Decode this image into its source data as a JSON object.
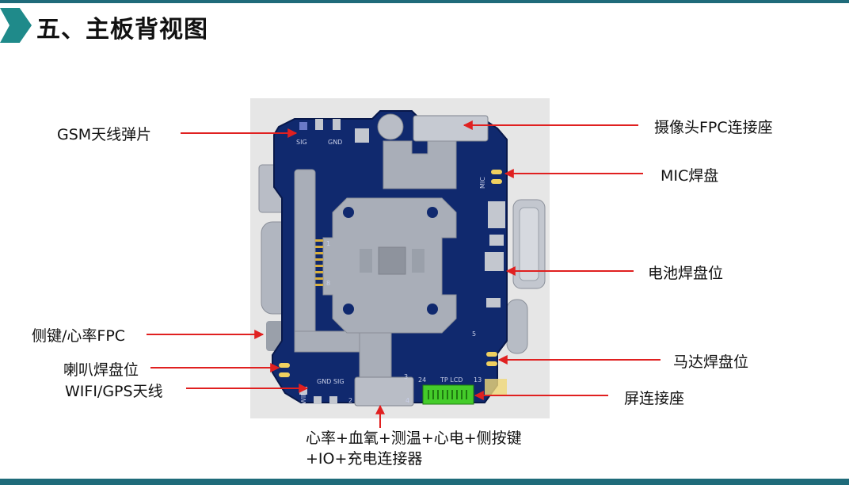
{
  "title": "五、主板背视图",
  "colors": {
    "accent": "#1f8a8a",
    "arrow": "#e02020",
    "pcb": "#10296e",
    "flex": "#a9aeb8"
  },
  "labels": {
    "gsm": "GSM天线弹片",
    "camera_fpc": "摄像头FPC连接座",
    "mic": "MIC焊盘",
    "battery": "电池焊盘位",
    "side_key": "侧键/心率FPC",
    "speaker": "喇叭焊盘位",
    "wifi_gps": "WIFI/GPS天线",
    "motor": "马达焊盘位",
    "screen": "屏连接座",
    "bottom_line1": "心率+血氧+测温+心电+侧按键",
    "bottom_line2": "+IO+充电连接器"
  },
  "board_text": {
    "sig": "SIG",
    "gnd": "GND",
    "mic": "MIC",
    "wifi": "WIFI",
    "gnd_sig": "GND SIG",
    "tp_lcd": "TP LCD",
    "num_1": "1",
    "num_8": "8",
    "num_24": "24",
    "num_13": "13",
    "num_3": "3",
    "num_5": "5",
    "num_2": "2",
    "num_4": "4"
  }
}
